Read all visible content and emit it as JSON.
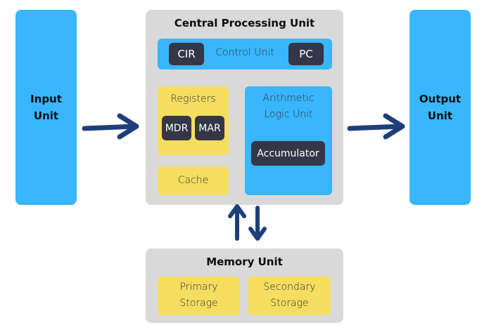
{
  "input_unit": {
    "label": "Input\nUnit"
  },
  "output_unit": {
    "label": "Output\nUnit"
  },
  "cpu": {
    "title": "Central Processing Unit",
    "control_unit": {
      "label": "Control Unit",
      "left_register": "CIR",
      "right_register": "PC"
    },
    "registers": {
      "label": "Registers",
      "items": [
        "MDR",
        "MAR"
      ]
    },
    "cache": {
      "label": "Cache"
    },
    "alu": {
      "label": "Arithmetic\nLogic Unit",
      "accumulator": "Accumulator"
    }
  },
  "memory": {
    "title": "Memory Unit",
    "primary": "Primary\nStorage",
    "secondary": "Secondary\nStorage"
  },
  "colors": {
    "unit_blue": "#38b6ff",
    "container_grey": "#d9d9d9",
    "storage_yellow": "#f5dd5f",
    "chip_dark": "#363649",
    "arrow_navy": "#1f3f7a"
  }
}
